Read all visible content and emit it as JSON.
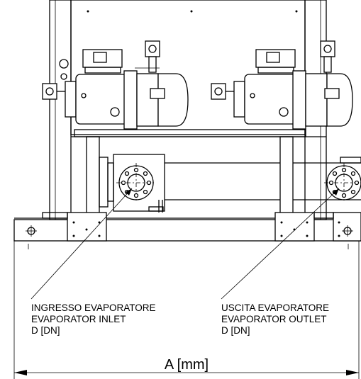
{
  "labels": {
    "inlet": {
      "line1": "INGRESSO EVAPORATORE",
      "line2": "EVAPORATOR INLET",
      "line3": "D [DN]"
    },
    "outlet": {
      "line1": "USCITA EVAPORATORE",
      "line2": "EVAPORATOR OUTLET",
      "line3": "D [DN]"
    },
    "dimension": "A [mm]"
  },
  "colors": {
    "line": "#000000",
    "background": "#ffffff"
  }
}
